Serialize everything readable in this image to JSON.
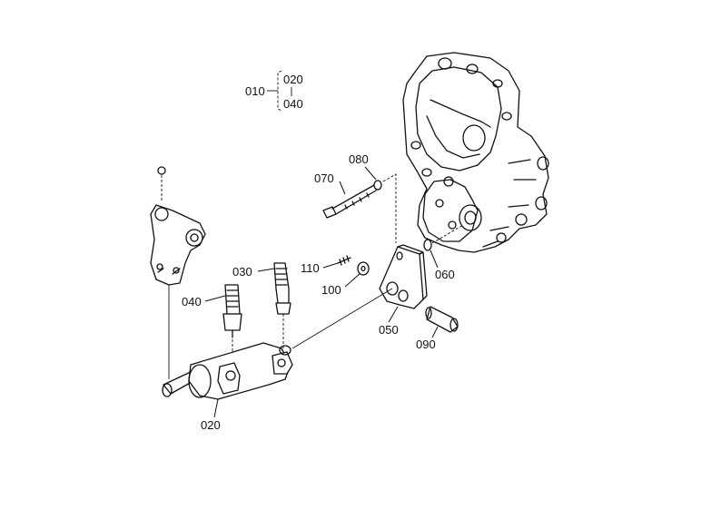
{
  "callouts": {
    "legend_010": "010",
    "legend_020": "020",
    "legend_040": "040",
    "p070": "070",
    "p080": "080",
    "p110": "110",
    "p100": "100",
    "p060": "060",
    "p050": "050",
    "p090": "090",
    "p030": "030",
    "p040": "040",
    "p020": "020"
  }
}
